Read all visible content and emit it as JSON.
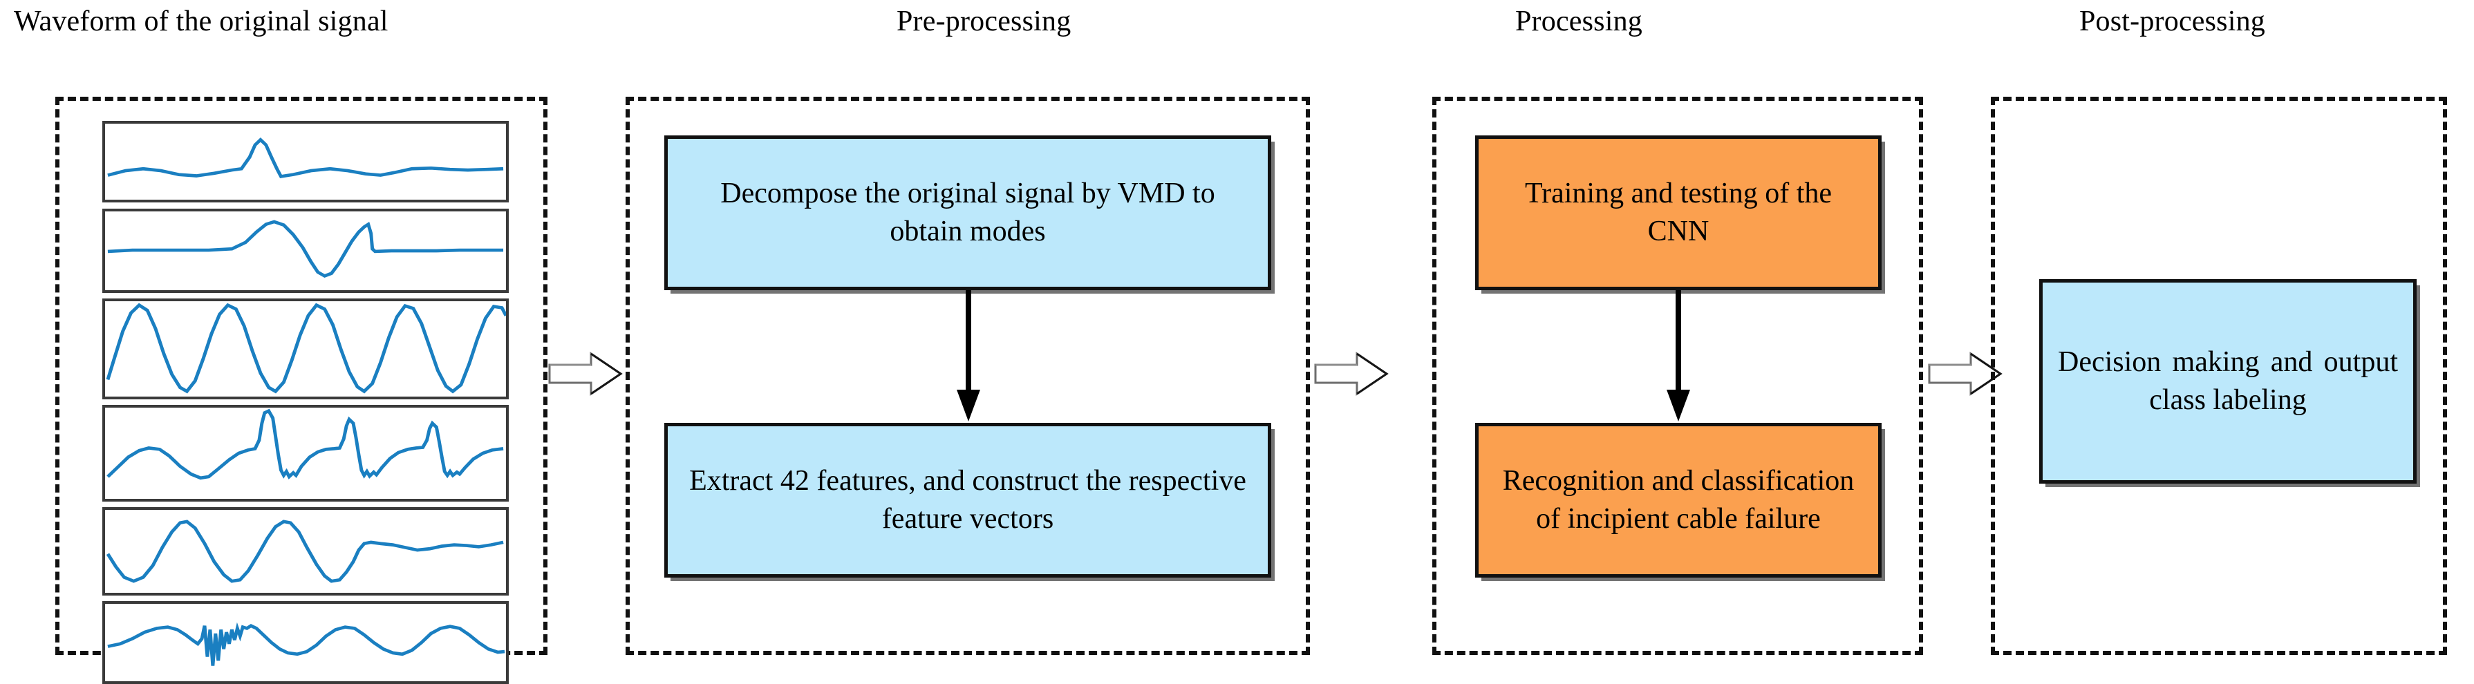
{
  "colors": {
    "blue_fill": "#bce8fb",
    "orange_fill": "#fba04f",
    "box_border": "#111111",
    "waveform_line": "#1a7fc1",
    "panel_border": "#3a3a3a",
    "dashed_border": "#111111",
    "text": "#000000"
  },
  "stages": [
    {
      "id": "waveform",
      "title": "Waveform of the original signal"
    },
    {
      "id": "preprocessing",
      "title": "Pre-processing"
    },
    {
      "id": "processing",
      "title": "Processing"
    },
    {
      "id": "postprocessing",
      "title": "Post-processing"
    }
  ],
  "waveform_panels": [
    {
      "name": "mode-1",
      "description": "flat baseline with single narrow peak"
    },
    {
      "name": "mode-2",
      "description": "sine bump followed by sharp sawtooth spike"
    },
    {
      "name": "mode-3",
      "description": "regular high frequency sine wave, five cycles"
    },
    {
      "name": "mode-4",
      "description": "sine wave with superimposed narrow spikes"
    },
    {
      "name": "mode-5",
      "description": "two sine cycles then flat ripple baseline"
    },
    {
      "name": "mode-6",
      "description": "sine wave with high frequency oscillation burst"
    }
  ],
  "boxes": {
    "preprocessing_1": {
      "label": "Decompose the original signal by VMD to obtain modes",
      "fill": "blue"
    },
    "preprocessing_2": {
      "label": "Extract 42 features, and construct the respective feature vectors",
      "fill": "blue"
    },
    "processing_1": {
      "label": "Training and testing of the CNN",
      "fill": "orange"
    },
    "processing_2": {
      "label": "Recognition and classification of incipient cable failure",
      "fill": "orange"
    },
    "postprocessing_1": {
      "label": "Decision making and output class labeling",
      "fill": "blue"
    }
  },
  "connectors": {
    "stage_arrow_1": {
      "name": "waveform-to-preprocessing",
      "style": "hollow-block-arrow"
    },
    "stage_arrow_2": {
      "name": "preprocessing-to-processing",
      "style": "hollow-block-arrow"
    },
    "stage_arrow_3": {
      "name": "processing-to-postprocessing",
      "style": "hollow-block-arrow"
    },
    "flow_arrow_pre": {
      "name": "decompose-to-extract",
      "style": "solid-down-arrow"
    },
    "flow_arrow_proc": {
      "name": "training-to-recognition",
      "style": "solid-down-arrow"
    }
  }
}
